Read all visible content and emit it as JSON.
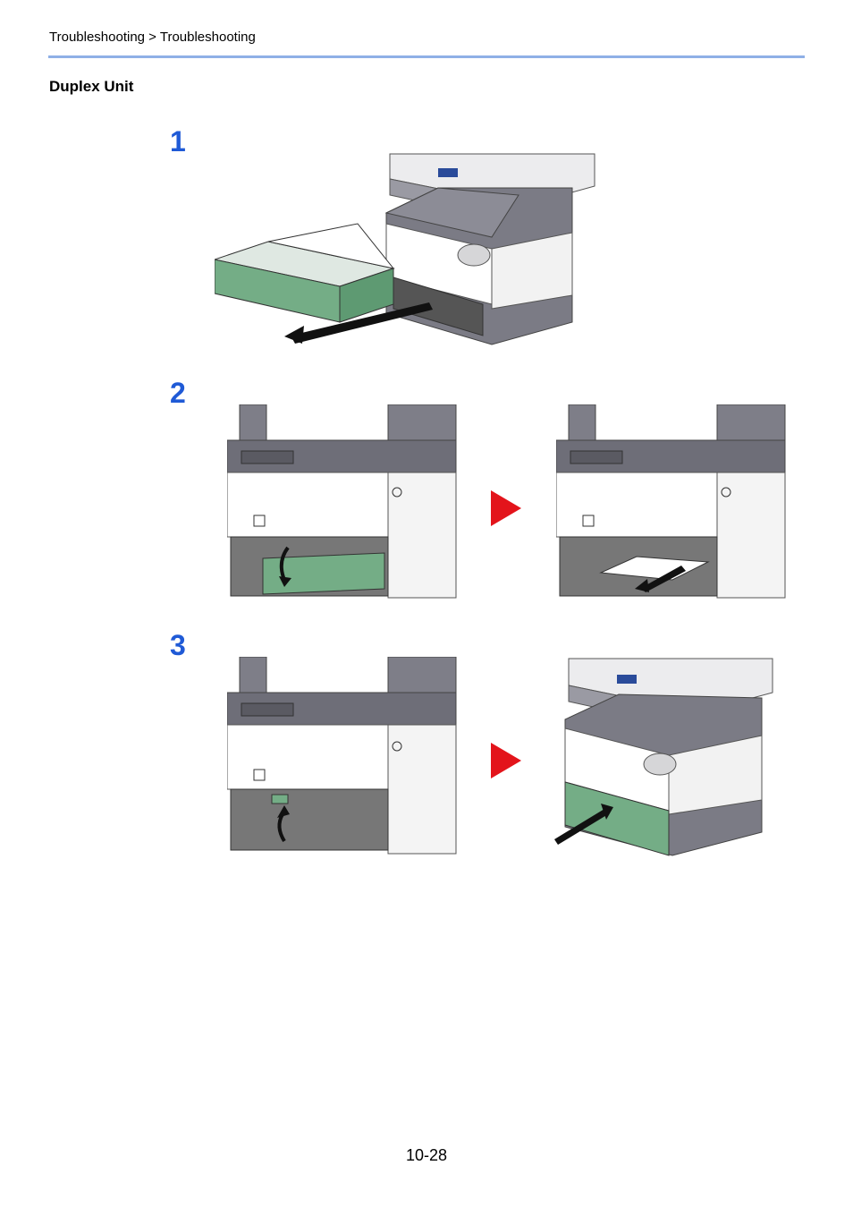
{
  "header": {
    "breadcrumb": "Troubleshooting > Troubleshooting"
  },
  "section": {
    "title": "Duplex Unit"
  },
  "steps": [
    {
      "number": "1"
    },
    {
      "number": "2"
    },
    {
      "number": "3"
    }
  ],
  "footer": {
    "page_number": "10-28"
  },
  "colors": {
    "step_number": "#1f5ad6",
    "header_rule": "#8fb0e6",
    "arrow_triangle": "#e3141b",
    "tray_green": "#74ad86",
    "printer_gray": "#6e6e78"
  }
}
